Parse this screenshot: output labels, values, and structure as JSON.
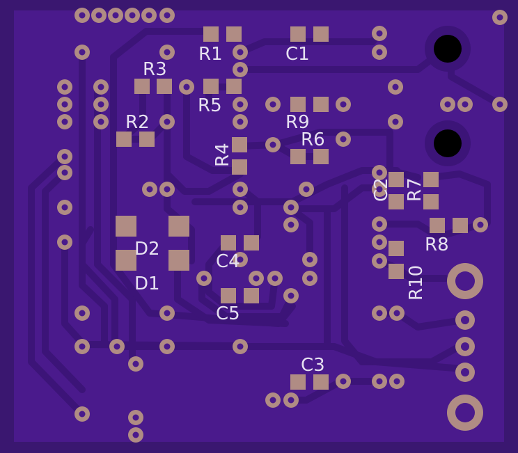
{
  "colors": {
    "board": "#4a1a8c",
    "trace": "#3c1478",
    "pad": "#b08c84",
    "hole": "#4a1a8c",
    "silk": "#e6e0f0",
    "drill": "#000000"
  },
  "labels": {
    "R1": "R1",
    "R3": "R3",
    "R5": "R5",
    "R2": "R2",
    "C1": "C1",
    "R9": "R9",
    "R4": "R4",
    "R6": "R6",
    "C2": "C2",
    "R7": "R7",
    "R8": "R8",
    "D2": "D2",
    "D1": "D1",
    "C4": "C4",
    "R10": "R10",
    "C5": "C5",
    "C3": "C3"
  }
}
